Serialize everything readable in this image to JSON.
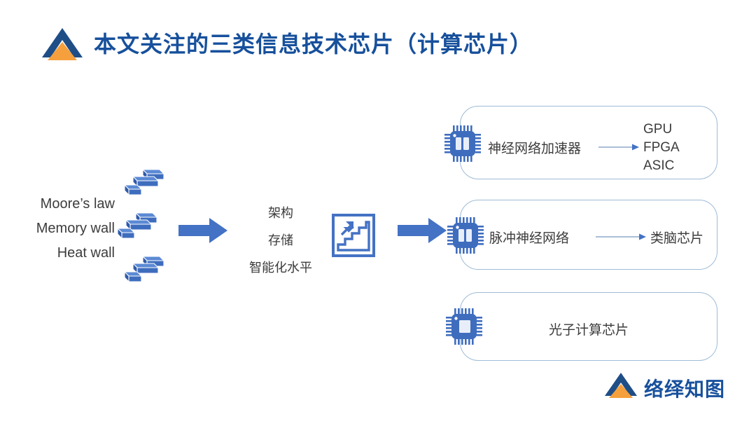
{
  "header": {
    "logo_icon": "mountain-chevron-logo",
    "title": "本文关注的三类信息技术芯片（计算芯片）",
    "title_color": "#17509C"
  },
  "left_block": {
    "name": "challenges",
    "labels": [
      "Moore’s law",
      "Memory wall",
      "Heat wall"
    ],
    "icon": "brick-wall-icon",
    "icon_color": "#4472C4"
  },
  "arrows": {
    "big_arrow_1": "right-arrow-icon",
    "big_arrow_2": "right-arrow-icon",
    "big_arrow_color": "#4472C4"
  },
  "middle_block": {
    "name": "improvement-factors",
    "labels": [
      "架构",
      "存储",
      "智能化水平"
    ],
    "icon": "growth-staircase-icon",
    "icon_color": "#4472C4"
  },
  "cards": [
    {
      "icon": "chip-icon",
      "title": "神经网络加速器",
      "connector": "right-arrow-icon",
      "outputs": [
        "GPU",
        "FPGA",
        "ASIC"
      ],
      "centered": false
    },
    {
      "icon": "chip-icon",
      "title": "脉冲神经网络",
      "connector": "right-arrow-icon",
      "outputs": [
        "类脑芯片"
      ],
      "centered": false
    },
    {
      "icon": "chip-icon",
      "title": "光子计算芯片",
      "connector": null,
      "outputs": [],
      "centered": true
    }
  ],
  "watermark": {
    "logo_icon": "mountain-chevron-logo",
    "text": "络绎知图",
    "color": "#17509C"
  },
  "colors": {
    "brand_blue": "#17509C",
    "brand_orange": "#F5A03C",
    "accent_blue": "#4472C4",
    "card_border": "#9dbbd6",
    "body_text": "#3c3c3c"
  }
}
